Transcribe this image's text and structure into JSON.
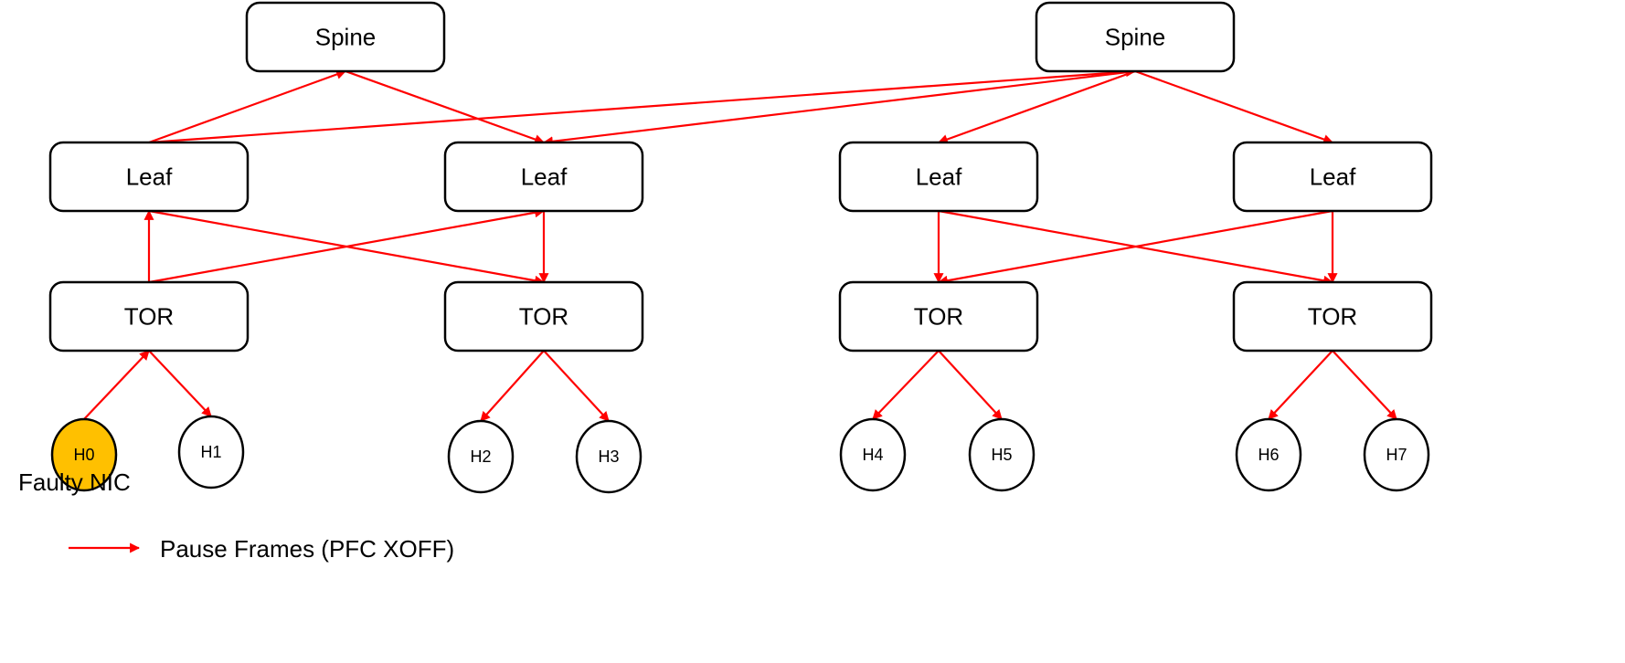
{
  "nodes": {
    "spine1": {
      "label": "Spine"
    },
    "spine2": {
      "label": "Spine"
    },
    "leaf1": {
      "label": "Leaf"
    },
    "leaf2": {
      "label": "Leaf"
    },
    "leaf3": {
      "label": "Leaf"
    },
    "leaf4": {
      "label": "Leaf"
    },
    "tor1": {
      "label": "TOR"
    },
    "tor2": {
      "label": "TOR"
    },
    "tor3": {
      "label": "TOR"
    },
    "tor4": {
      "label": "TOR"
    },
    "h0": {
      "label": "H0",
      "faulty": true
    },
    "h1": {
      "label": "H1"
    },
    "h2": {
      "label": "H2"
    },
    "h3": {
      "label": "H3"
    },
    "h4": {
      "label": "H4"
    },
    "h5": {
      "label": "H5"
    },
    "h6": {
      "label": "H6"
    },
    "h7": {
      "label": "H7"
    }
  },
  "edges": [
    [
      "leaf1",
      "spine1"
    ],
    [
      "spine1",
      "leaf2"
    ],
    [
      "leaf1",
      "spine2"
    ],
    [
      "spine2",
      "leaf2"
    ],
    [
      "spine2",
      "leaf3"
    ],
    [
      "spine2",
      "leaf4"
    ],
    [
      "tor1",
      "leaf1"
    ],
    [
      "tor1",
      "leaf2"
    ],
    [
      "leaf1",
      "tor2"
    ],
    [
      "leaf2",
      "tor2"
    ],
    [
      "leaf3",
      "tor3"
    ],
    [
      "leaf3",
      "tor4"
    ],
    [
      "leaf4",
      "tor3"
    ],
    [
      "leaf4",
      "tor4"
    ],
    [
      "h0",
      "tor1"
    ],
    [
      "tor1",
      "h1"
    ],
    [
      "tor2",
      "h2"
    ],
    [
      "tor2",
      "h3"
    ],
    [
      "tor3",
      "h4"
    ],
    [
      "tor3",
      "h5"
    ],
    [
      "tor4",
      "h6"
    ],
    [
      "tor4",
      "h7"
    ]
  ],
  "faulty_label": "Faulty NIC",
  "legend": {
    "label": "Pause Frames (PFC XOFF)"
  },
  "colors": {
    "arrow": "#ff0000",
    "faulty": "#ffc000"
  }
}
